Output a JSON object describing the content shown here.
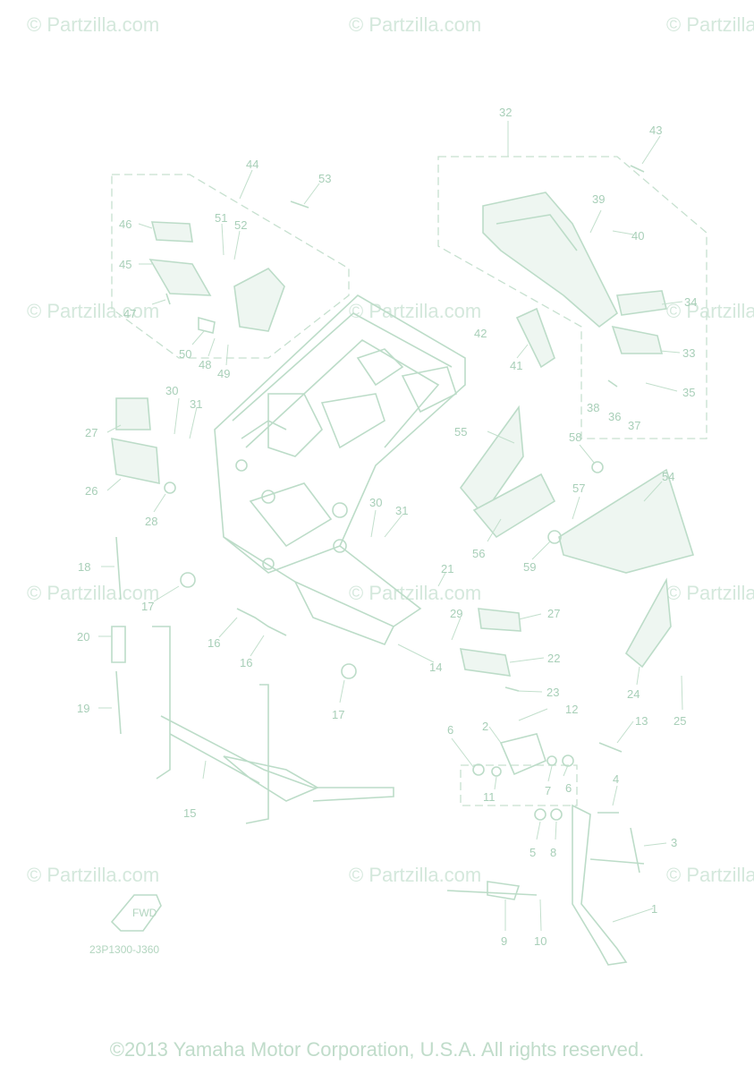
{
  "watermark": "© Partzilla.com",
  "diagram_code": "23P1300-J360",
  "fwd_label": "FWD",
  "copyright": "©2013 Yamaha Motor Corporation, U.S.A. All rights reserved.",
  "callouts": [
    "1",
    "2",
    "3",
    "4",
    "5",
    "6",
    "6",
    "7",
    "8",
    "9",
    "10",
    "11",
    "12",
    "13",
    "14",
    "15",
    "16",
    "16",
    "17",
    "17",
    "18",
    "19",
    "20",
    "21",
    "22",
    "23",
    "24",
    "25",
    "26",
    "27",
    "27",
    "28",
    "29",
    "30",
    "30",
    "31",
    "31",
    "32",
    "33",
    "34",
    "35",
    "36",
    "37",
    "38",
    "39",
    "40",
    "41",
    "42",
    "43",
    "44",
    "45",
    "46",
    "47",
    "48",
    "49",
    "50",
    "51",
    "52",
    "53",
    "54",
    "55",
    "56",
    "57",
    "58",
    "59"
  ]
}
